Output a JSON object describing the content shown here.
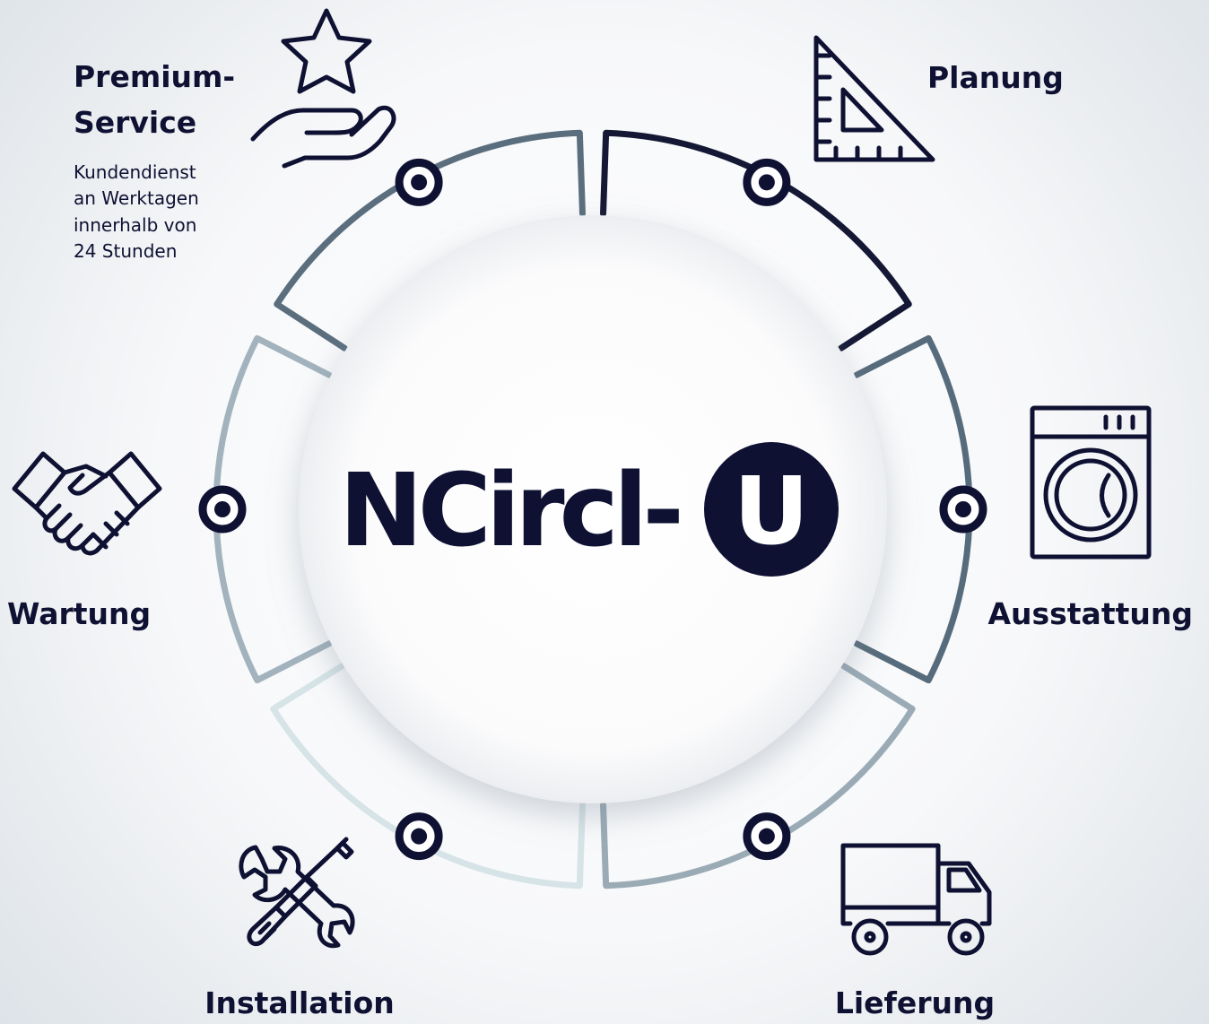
{
  "logo": {
    "text": "NCircl-",
    "badge_letter": "U"
  },
  "segments": {
    "premium": {
      "title_line1": "Premium-",
      "title_line2": "Service",
      "desc_lines": [
        "Kundendienst",
        "an Werktagen",
        "innerhalb von",
        "24 Stunden"
      ],
      "icon": "star-hand-icon",
      "color": "#5b6e7e"
    },
    "planung": {
      "title": "Planung",
      "icon": "set-square-ruler-icon",
      "color": "#141834"
    },
    "ausstattung": {
      "title": "Ausstattung",
      "icon": "washing-machine-icon",
      "color": "#566b7b"
    },
    "lieferung": {
      "title": "Lieferung",
      "icon": "delivery-truck-icon",
      "color": "#9aabb6"
    },
    "installation": {
      "title": "Installation",
      "icon": "wrench-screwdriver-icon",
      "color": "#d6e4e7"
    },
    "wartung": {
      "title": "Wartung",
      "icon": "handshake-icon",
      "color": "#a2b3bd"
    }
  }
}
